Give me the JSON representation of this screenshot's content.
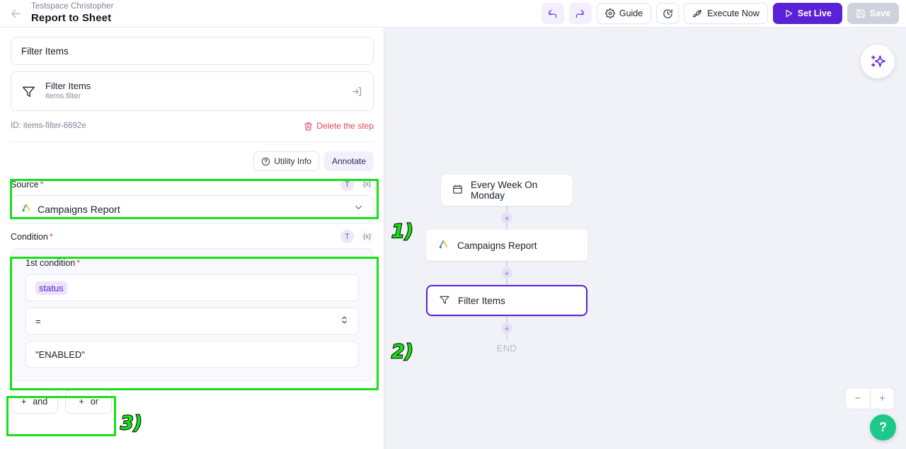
{
  "header": {
    "back_icon": "arrow-left-icon",
    "breadcrumb": "Testspace Christopher",
    "title": "Report to Sheet",
    "undo_label": "undo-icon",
    "redo_label": "redo-icon",
    "guide_label": "Guide",
    "history_label": "history-clock-icon",
    "execute_label": "Execute Now",
    "setlive_label": "Set Live",
    "save_label": "Save"
  },
  "left": {
    "step_name_value": "Filter Items",
    "step_card": {
      "icon": "filter-funnel-icon",
      "title": "Filter Items",
      "subtitle": "items.filter",
      "enter_icon": "enter-arrow-icon"
    },
    "id_text": "ID: items-filter-6692e",
    "delete_label": "Delete the step",
    "utility_info_label": "Utility Info",
    "annotate_label": "Annotate",
    "source": {
      "label": "Source",
      "required": "*",
      "text_icon": "T",
      "var_icon": "{x}",
      "value": "Campaigns Report",
      "value_icon": "google-ads-icon",
      "chevron": "chevron-down-icon"
    },
    "condition": {
      "label": "Condition",
      "required": "*",
      "text_icon": "T",
      "var_icon": "{x}",
      "first_label": "1st condition",
      "first_required": "*",
      "field_token": "status",
      "operator": "=",
      "value": "\"ENABLED\""
    },
    "add_and_label": "and",
    "add_or_label": "or",
    "add_plus": "+"
  },
  "annotations": [
    {
      "num": "1)"
    },
    {
      "num": "2)"
    },
    {
      "num": "3)"
    }
  ],
  "canvas": {
    "nodes": [
      {
        "icon": "calendar-icon",
        "label": "Every Week On Monday"
      },
      {
        "icon": "google-ads-icon",
        "label": "Campaigns Report"
      },
      {
        "icon": "filter-funnel-icon",
        "label": "Filter Items"
      }
    ],
    "end_label": "END",
    "plus_label": "+",
    "ai_icon": "sparkle-ai-icon",
    "zoom_out_label": "−",
    "zoom_in_label": "+",
    "help_label": "?"
  },
  "colors": {
    "accent": "#5b21d6",
    "danger": "#e2445c",
    "annotation": "#17e017",
    "help": "#1cc98b"
  }
}
